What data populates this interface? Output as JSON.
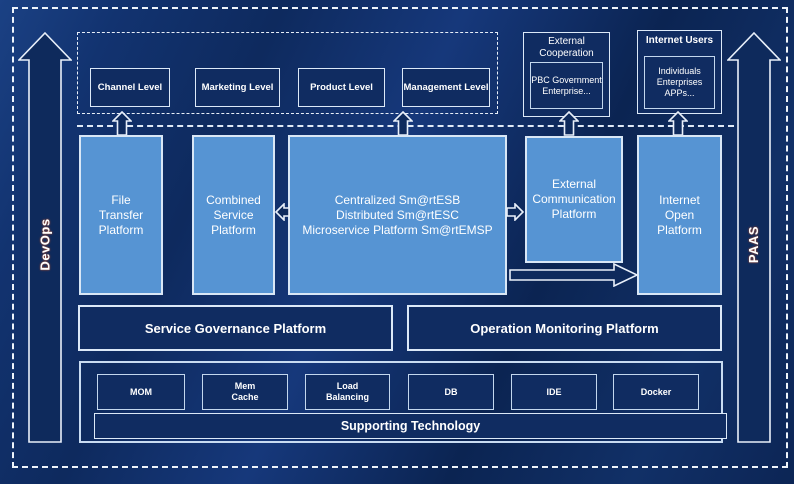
{
  "colors": {
    "background_navy": "#0e2a5e",
    "panel_blue": "#5694d3",
    "panel_border": "#d9e7f6",
    "dark_box_fill": "#102c61",
    "dark_box_border": "#c3d7ee",
    "dashed_line": "#eef4fb",
    "text": "#ffffff",
    "rail_glow": "#bf522c"
  },
  "rails": {
    "left": "DevOps",
    "right": "PAAS"
  },
  "top_levels": {
    "items": [
      {
        "label": "Channel Level"
      },
      {
        "label": "Marketing Level"
      },
      {
        "label": "Product Level"
      },
      {
        "label": "Management Level"
      }
    ]
  },
  "external_cooperation": {
    "title": "External\nCooperation",
    "content": "PBC Government\nEnterprise..."
  },
  "internet_users": {
    "title": "Internet Users",
    "content": "Individuals\nEnterprises\nAPPs..."
  },
  "platforms": {
    "file_transfer": {
      "label": "File\nTransfer\nPlatform"
    },
    "combined_service": {
      "label": "Combined\nService\nPlatform"
    },
    "central": {
      "label": "Centralized Sm@rtESB\nDistributed Sm@rtESC\nMicroservice Platform Sm@rtEMSP"
    },
    "external_communication": {
      "label": "External\nCommunication\nPlatform"
    },
    "internet_open": {
      "label": "Internet\nOpen\nPlatform"
    }
  },
  "governance_row": [
    {
      "label": "Service Governance Platform"
    },
    {
      "label": "Operation Monitoring Platform"
    }
  ],
  "supporting": {
    "items": [
      {
        "label": "MOM"
      },
      {
        "label": "Mem\nCache"
      },
      {
        "label": "Load\nBalancing"
      },
      {
        "label": "DB"
      },
      {
        "label": "IDE"
      },
      {
        "label": "Docker"
      }
    ],
    "banner": "Supporting Technology"
  }
}
